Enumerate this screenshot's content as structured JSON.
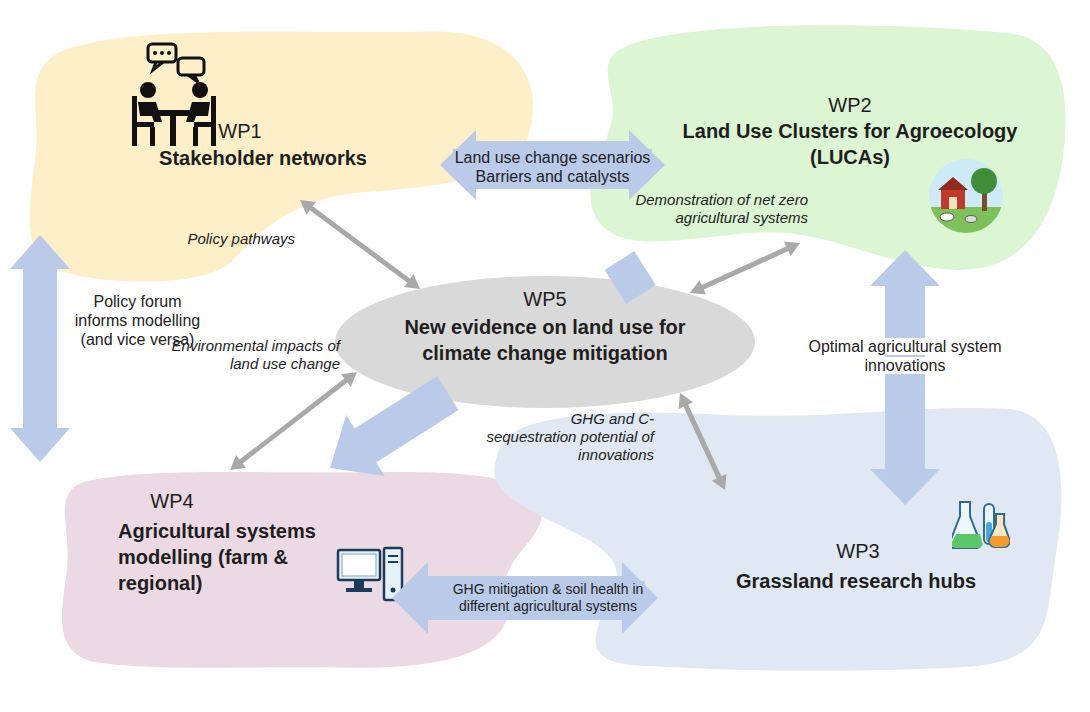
{
  "diagram": {
    "nodes": [
      {
        "text": [
          "WP1",
          "Stakeholder networks"
        ]
      },
      {
        "text": [
          "WP2",
          "Land Use Clusters for Agroecology (LUCAs)"
        ]
      },
      {
        "text": [
          "WP5",
          "New evidence on land use for climate change mitigation"
        ]
      },
      {
        "text": [
          "WP4",
          "Agricultural systems modelling (farm & regional)"
        ]
      },
      {
        "text": [
          "WP3",
          "Grassland research hubs"
        ]
      }
    ],
    "edges": [
      {
        "from": 0,
        "to": 1,
        "arrow": "both",
        "label": "Land use change scenarios Barriers and catalysts"
      },
      {
        "from": 2,
        "to": 0,
        "arrow": "both",
        "label": "Policy pathways"
      },
      {
        "from": 2,
        "to": 1,
        "arrow": "both",
        "label": "Demonstration of net zero agricultural systems"
      },
      {
        "from": 0,
        "to": 3,
        "arrow": "both",
        "label": "Policy forum informs modelling (and vice versa)"
      },
      {
        "from": 2,
        "to": 3,
        "arrow": "both",
        "label": "Environmental impacts of land use change"
      },
      {
        "from": 2,
        "to": 4,
        "arrow": "both",
        "label": "GHG and C-sequestration potential of innovations"
      },
      {
        "from": 1,
        "to": 4,
        "arrow": "both",
        "label": "Optimal agricultural system innovations"
      },
      {
        "from": 1,
        "to": 3,
        "arrow": "to"
      },
      {
        "from": 3,
        "to": 4,
        "arrow": "both",
        "label": "GHG mitigation & soil health in different agricultural systems"
      }
    ]
  }
}
